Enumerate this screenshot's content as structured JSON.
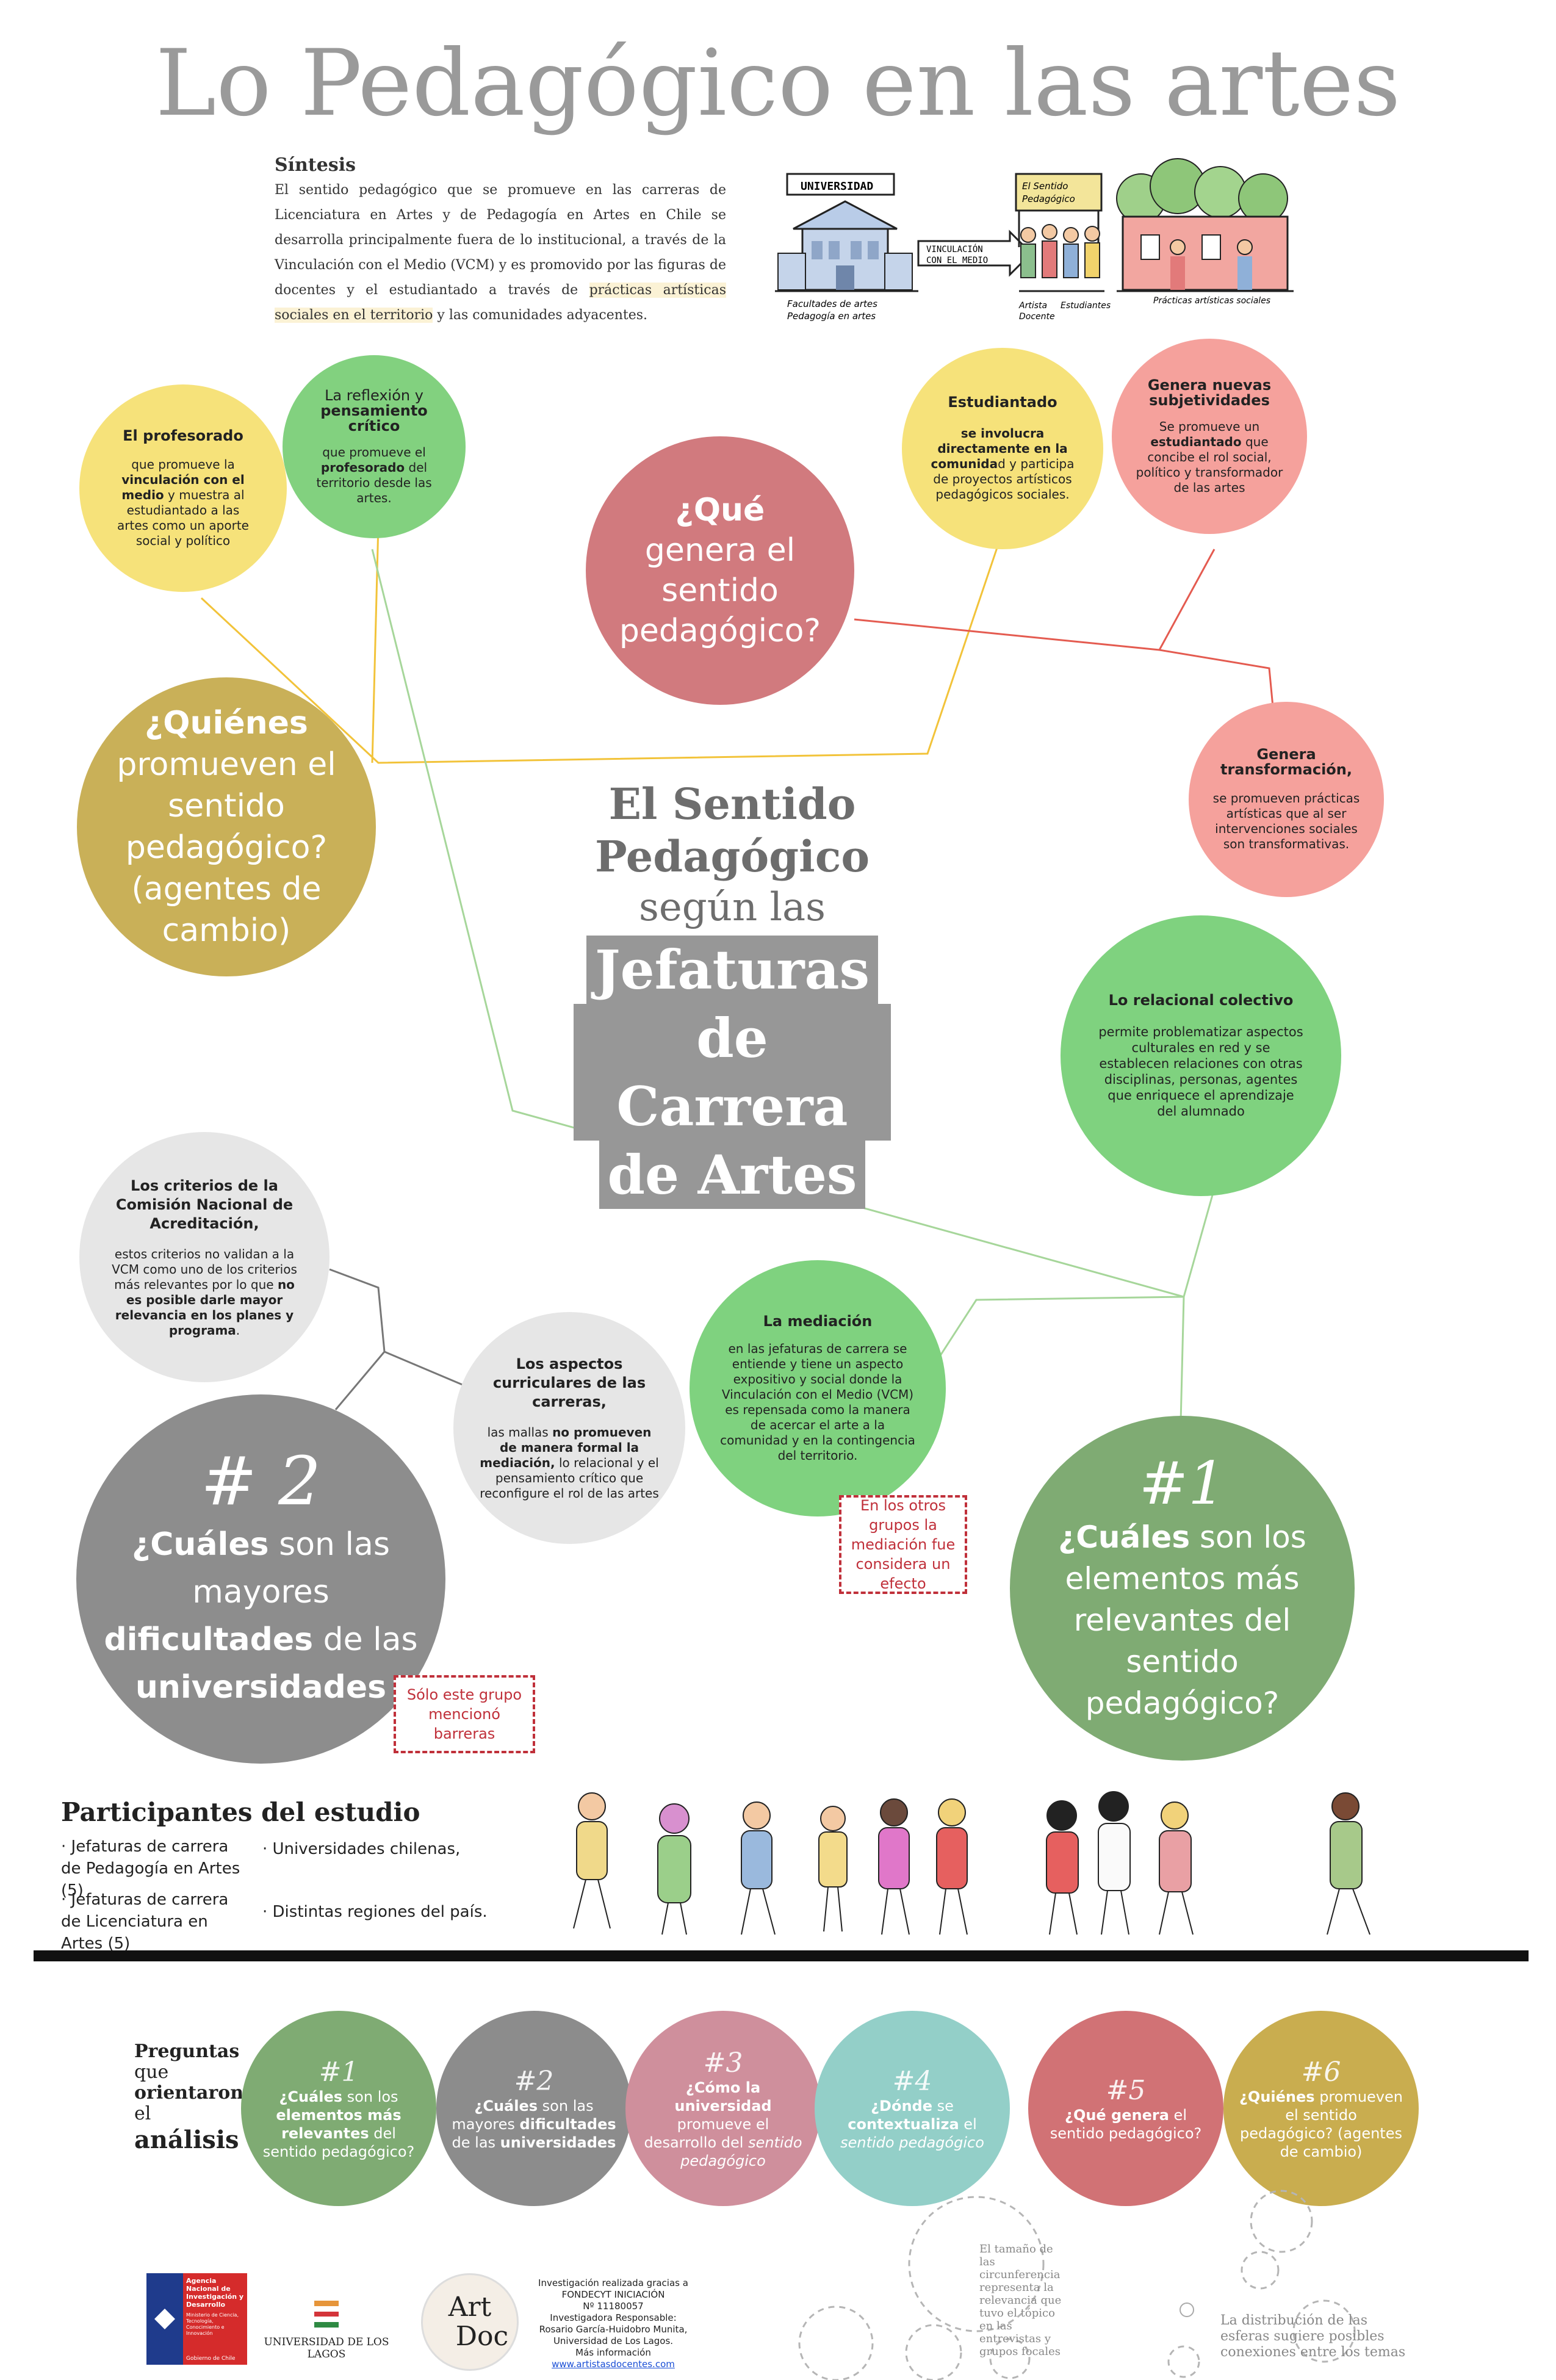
{
  "title": "Lo Pedagógico en las artes",
  "sintesis": {
    "heading": "Síntesis",
    "text_1": "El sentido pedagógico que se promueve en las carreras de Licenciatura en Artes y de Pedagogía en Artes en Chile se desarrolla principalmente fuera de lo institucional, a través de la Vinculación con el Medio (VCM) y es promovido por las figuras de docentes y el estudiantado a través de ",
    "highlight": "prácticas artísticas sociales en el territorio",
    "text_2": " y las comunidades adyacentes."
  },
  "illustration": {
    "universidad_sign": "UNIVERSIDAD",
    "facultades": "Facultades de artes\nPedagogía en artes",
    "vinculacion": "VINCULACIÓN\nCON EL MEDIO",
    "sentido_sign": "El Sentido\nPedagógico",
    "artista_docente": "Artista\nDocente",
    "estudiantes": "Estudiantes",
    "practicas": "Prácticas artísticas sociales"
  },
  "center": {
    "line1": "El Sentido",
    "line2": "Pedagógico",
    "line3": "según las",
    "line4": "Jefaturas",
    "line5": "de Carrera",
    "line6": "de Artes"
  },
  "circles": {
    "profesorado": {
      "title": "El profesorado",
      "t1": "que promueve la ",
      "b1": "vinculación con el medio",
      "t2": " y muestra al estudiantado a las artes como un aporte social y político"
    },
    "reflexion": {
      "title_1": "La reflexión y",
      "title_2": "pensamiento crítico",
      "t1": "que promueve el ",
      "b1": "profesorado",
      "t2": " del territorio desde las artes."
    },
    "que_genera": {
      "b": "¿Qué",
      "t": " genera el sentido pedagógico?"
    },
    "estudiantado": {
      "title": "Estudiantado",
      "b1": "se involucra directamente en la comunida",
      "t1": "d y participa de proyectos artísticos pedagógicos sociales."
    },
    "subjetividades": {
      "title": "Genera nuevas subjetividades",
      "t1": "Se promueve un ",
      "b1": "estudiantado",
      "t2": " que concibe el rol social, político y transformador de las artes"
    },
    "quienes": {
      "b": "¿Quiénes",
      "t": " promueven el sentido pedagógico? (agentes de cambio)"
    },
    "transformacion": {
      "title": "Genera transformación,",
      "t1": "se promueven prácticas artísticas que al ser intervenciones sociales son transformativas."
    },
    "relacional": {
      "title": "Lo relacional colectivo",
      "t1": "permite problematizar aspectos culturales en red y se establecen relaciones con otras disciplinas, personas, agentes que enriquece el aprendizaje del alumnado"
    },
    "criterios": {
      "title": "Los criterios de la Comisión Nacional de Acreditación,",
      "t1": "estos criterios no validan a la VCM como uno de los criterios más relevantes por lo que ",
      "b1": "no es posible darle mayor relevancia en los planes y programa",
      "t2": "."
    },
    "curriculares": {
      "title": "Los aspectos curriculares de las carreras,",
      "t1": "las mallas ",
      "b1": "no promueven de manera formal la mediación,",
      "t2": " lo relacional y el pensamiento crítico que reconfigure el rol de las artes"
    },
    "mediacion": {
      "title": "La mediación",
      "t1": "en las jefaturas de carrera se entiende y tiene un aspecto expositivo y social donde la Vinculación con el Medio (VCM) es repensada como la manera de acercar el arte a la comunidad y en la contingencia del territorio."
    },
    "dificultades": {
      "num": "# 2",
      "b1": "¿Cuáles",
      "t1": " son las mayores ",
      "b2": "dificultades",
      "t2": " de las ",
      "b3": "universidades"
    },
    "elementos": {
      "num": "#1",
      "b1": "¿Cuáles",
      "t1": " son los elementos más relevantes del sentido pedagógico?"
    }
  },
  "notes": {
    "mediacion_note": "En los otros grupos la mediación fue considera un efecto",
    "barreras_note": "Sólo este grupo mencionó barreras"
  },
  "participantes": {
    "heading": "Participantes del estudio",
    "item1": "· Jefaturas de carrera de Pedagogía en Artes (5)",
    "item2": "· Jefaturas de carrera de Licenciatura en Artes (5)",
    "item3": "· Universidades chilenas,",
    "item4": "· Distintas regiones del país."
  },
  "preguntas": {
    "label_1": "Preguntas",
    "label_2": "que",
    "label_3": "orientaron",
    "label_4": "el",
    "label_5": "análisis",
    "items": [
      {
        "num": "#1",
        "b1": "¿Cuáles",
        "t1": " son los ",
        "b2": "elementos más relevantes",
        "t2": " del sentido pedagógico?",
        "color": "#7fab73"
      },
      {
        "num": "#2",
        "b1": "¿Cuáles",
        "t1": " son las mayores ",
        "b2": "dificultades",
        "t2": " de las ",
        "b3": "universidades",
        "color": "#8c8c8c"
      },
      {
        "num": "#3",
        "b1": "¿Cómo la universidad",
        "t1": " promueve el desarrollo del ",
        "i1": "sentido pedagógico",
        "color": "#cf8f9c"
      },
      {
        "num": "#4",
        "b1": "¿Dónde",
        "t1": " se ",
        "b2": "contextualiza",
        "t2": " el ",
        "i1": "sentido pedagógico",
        "color": "#93cfc8"
      },
      {
        "num": "#5",
        "b1": "¿Qué genera",
        "t1": " el sentido pedagógico?",
        "color": "#d17275"
      },
      {
        "num": "#6",
        "b1": "¿Quiénes",
        "t1": " promueven el sentido pedagógico? (agentes de cambio)",
        "color": "#c9ad4f"
      }
    ]
  },
  "footer": {
    "anid_1": "Agencia Nacional de Investigación y Desarrollo",
    "anid_2": "Ministerio de Ciencia, Tecnología, Conocimiento e Innovación",
    "anid_3": "Gobierno de Chile",
    "ulagos": "UNIVERSIDAD DE LOS LAGOS",
    "artdoc_1": "Art",
    "artdoc_2": "Doc",
    "credits_1": "Investigación realizada gracias a FONDECYT INICIACIÓN",
    "credits_2": "Nº 11180057",
    "credits_3": "Investigadora Responsable: Rosario García-Huidobro Munita, Universidad de Los Lagos.",
    "credits_4": "Más información",
    "credits_link": "www.artistasdocentes.com",
    "legend_size": "El tamaño de las circunferencia representa la relevancia que tuvo el tópico en las entrevistas y grupos focales",
    "legend_dist": "La distribución de las esferas sugiere posibles conexiones entre los temas"
  }
}
